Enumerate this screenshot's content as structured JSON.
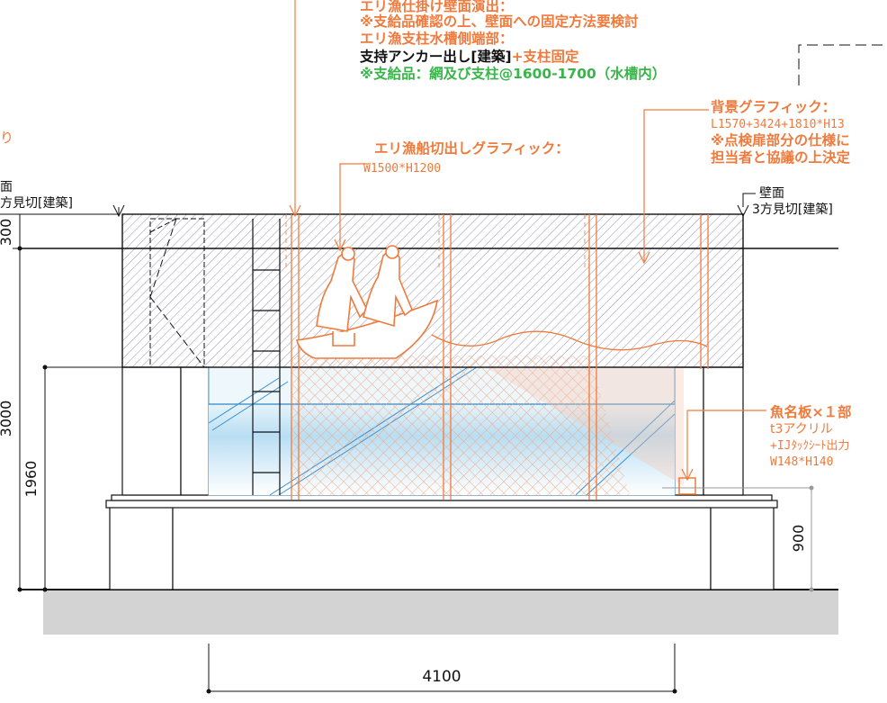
{
  "colors": {
    "annotation": "#f07a3c",
    "supplied": "#39b54a",
    "text": "#111111",
    "water": "#9fd3f0",
    "ground": "#d3d3d3"
  },
  "annotations": {
    "top_block": {
      "line1": "エリ漁仕掛け壁面演出：",
      "line2": "※支給品確認の上、壁面への固定方法要検討",
      "line3": "エリ漁支柱水槽側端部：",
      "line4a": "支持アンカー出し[建築]",
      "line4b": "+支柱固定",
      "line5": "※支給品：網及び支柱@1600-1700（水槽内）"
    },
    "background_graphic": {
      "line1": "背景グラフィック：",
      "line2": "L1570+3424+1810*H13",
      "line3": "※点検扉部分の仕様に",
      "line4": "担当者と協議の上決定"
    },
    "boat_graphic": {
      "line1": "エリ漁船切出しグラフィック：",
      "line2": "W1500*H1200"
    },
    "fish_plate": {
      "line1": "魚名板×１部",
      "line2": "t3アクリル",
      "line3": "+IJﾀｯｸｼｰﾄ出力",
      "line4": "W148*H140"
    },
    "left_wall": {
      "line1": "面",
      "line2": "方見切[建築]"
    },
    "right_wall": {
      "line1": "壁面",
      "line2": "3方見切[建築]"
    },
    "left_fragment": "り"
  },
  "dimensions": {
    "top_band": "300",
    "overall_height": "3000",
    "tank_height": "1960",
    "counter_height": "900",
    "width": "4100"
  }
}
